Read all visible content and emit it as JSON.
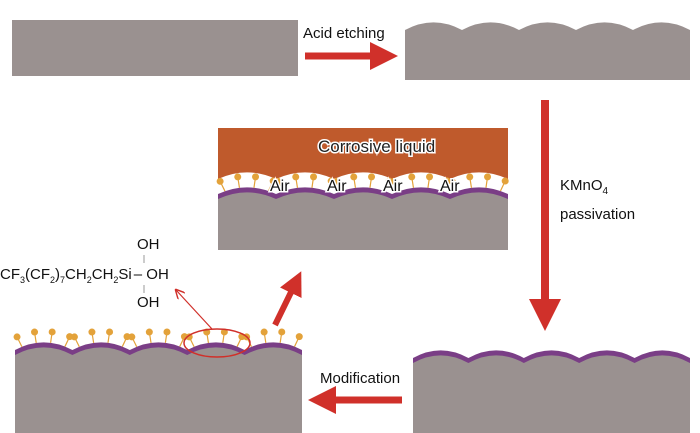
{
  "steps": {
    "acid_etching": "Acid etching",
    "kmno4": "KMnO",
    "kmno4_sub": "4",
    "passivation": "passivation",
    "modification": "Modification"
  },
  "wetting": {
    "liquid_label": "Corrosive liquid",
    "air_labels": [
      "Air",
      "Air",
      "Air",
      "Air"
    ]
  },
  "molecule": {
    "oh_top": "OH",
    "oh_right": "OH",
    "oh_bottom": "OH",
    "chain": [
      "CF",
      "3",
      "(CF",
      "2",
      ")",
      "7",
      "CH",
      "2",
      "CH",
      "2",
      "Si"
    ]
  },
  "colors": {
    "substrate": "#9a9190",
    "coating": "#7a3e86",
    "molecule": "#e3a23a",
    "arrow": "#d0302a",
    "liquid": "#bf5a2c"
  }
}
